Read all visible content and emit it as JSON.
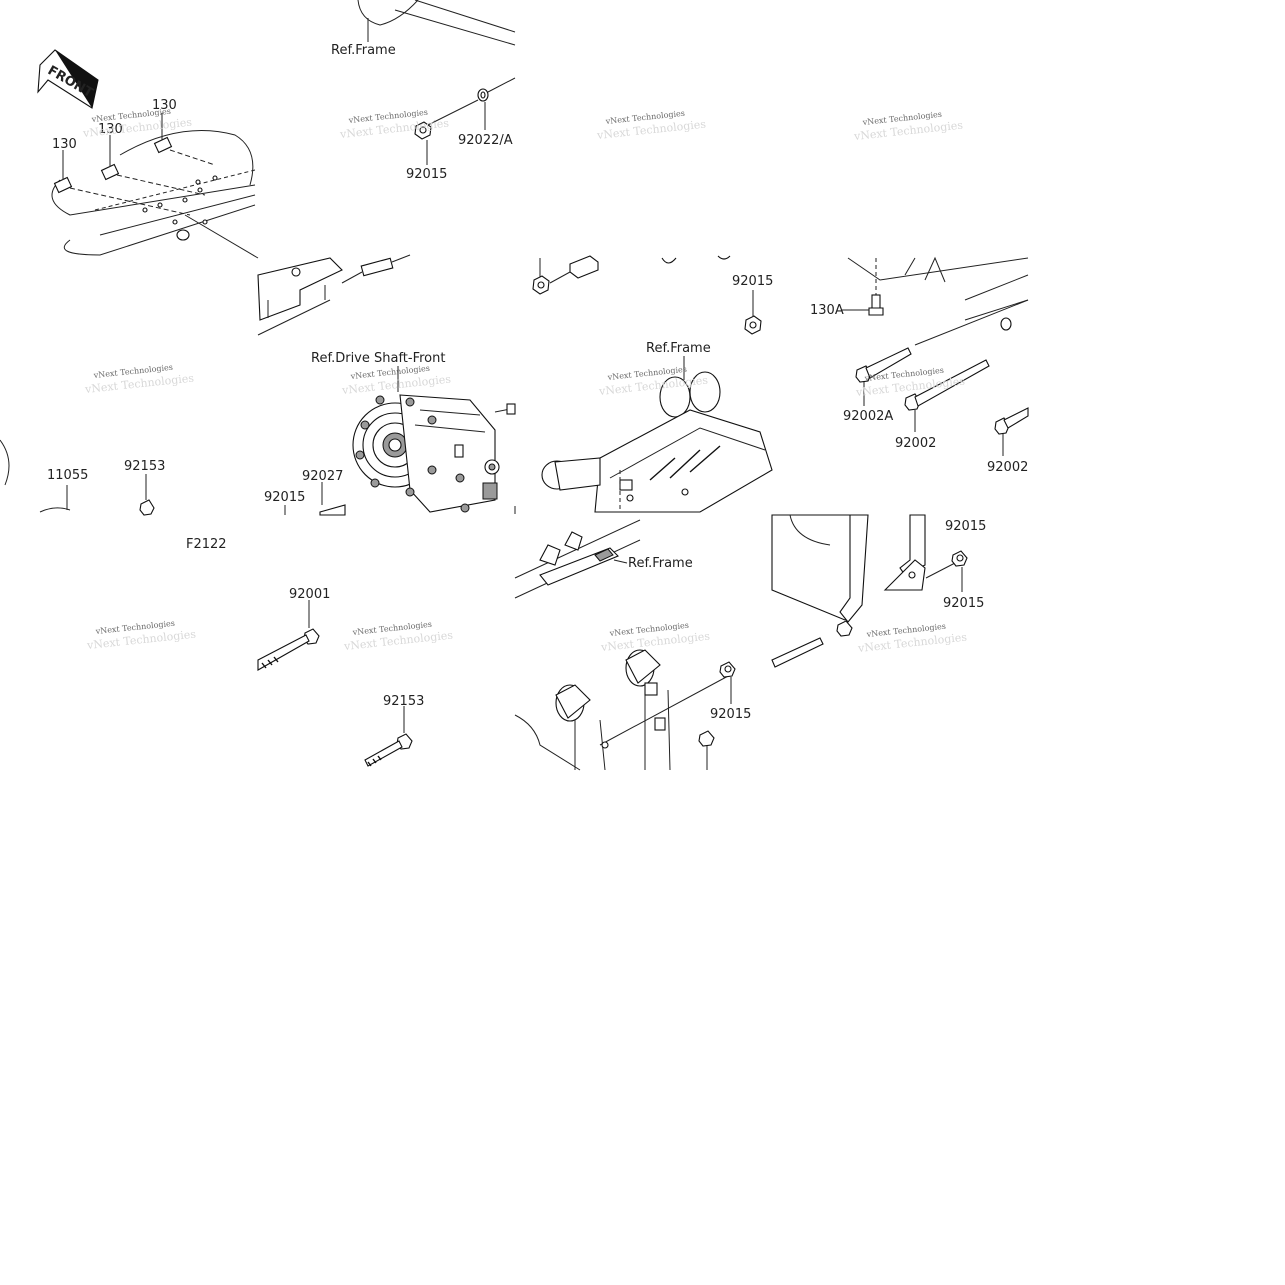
{
  "diagram_code": "F2122",
  "front_marker": "FRONT",
  "watermark": "vNext Technologies",
  "reference_labels": {
    "ref_frame_top": "Ref.Frame",
    "ref_drive_shaft_front": "Ref.Drive Shaft-Front",
    "ref_frame_mid": "Ref.Frame",
    "ref_frame_lower": "Ref.Frame"
  },
  "part_labels": {
    "p130_a": "130",
    "p130_b": "130",
    "p130_c": "130",
    "p92022a": "92022/A",
    "p92015_a": "92015",
    "p92015_b": "92015",
    "p130A": "130A",
    "p92002A": "92002A",
    "p92002_a": "92002",
    "p92002_b": "92002",
    "p11055": "11055",
    "p92153_a": "92153",
    "p92027": "92027",
    "p92015_c": "92015",
    "p92001": "92001",
    "p92153_b": "92153",
    "p92015_d": "92015",
    "p92015_e": "92015",
    "p92015_f": "92015"
  }
}
